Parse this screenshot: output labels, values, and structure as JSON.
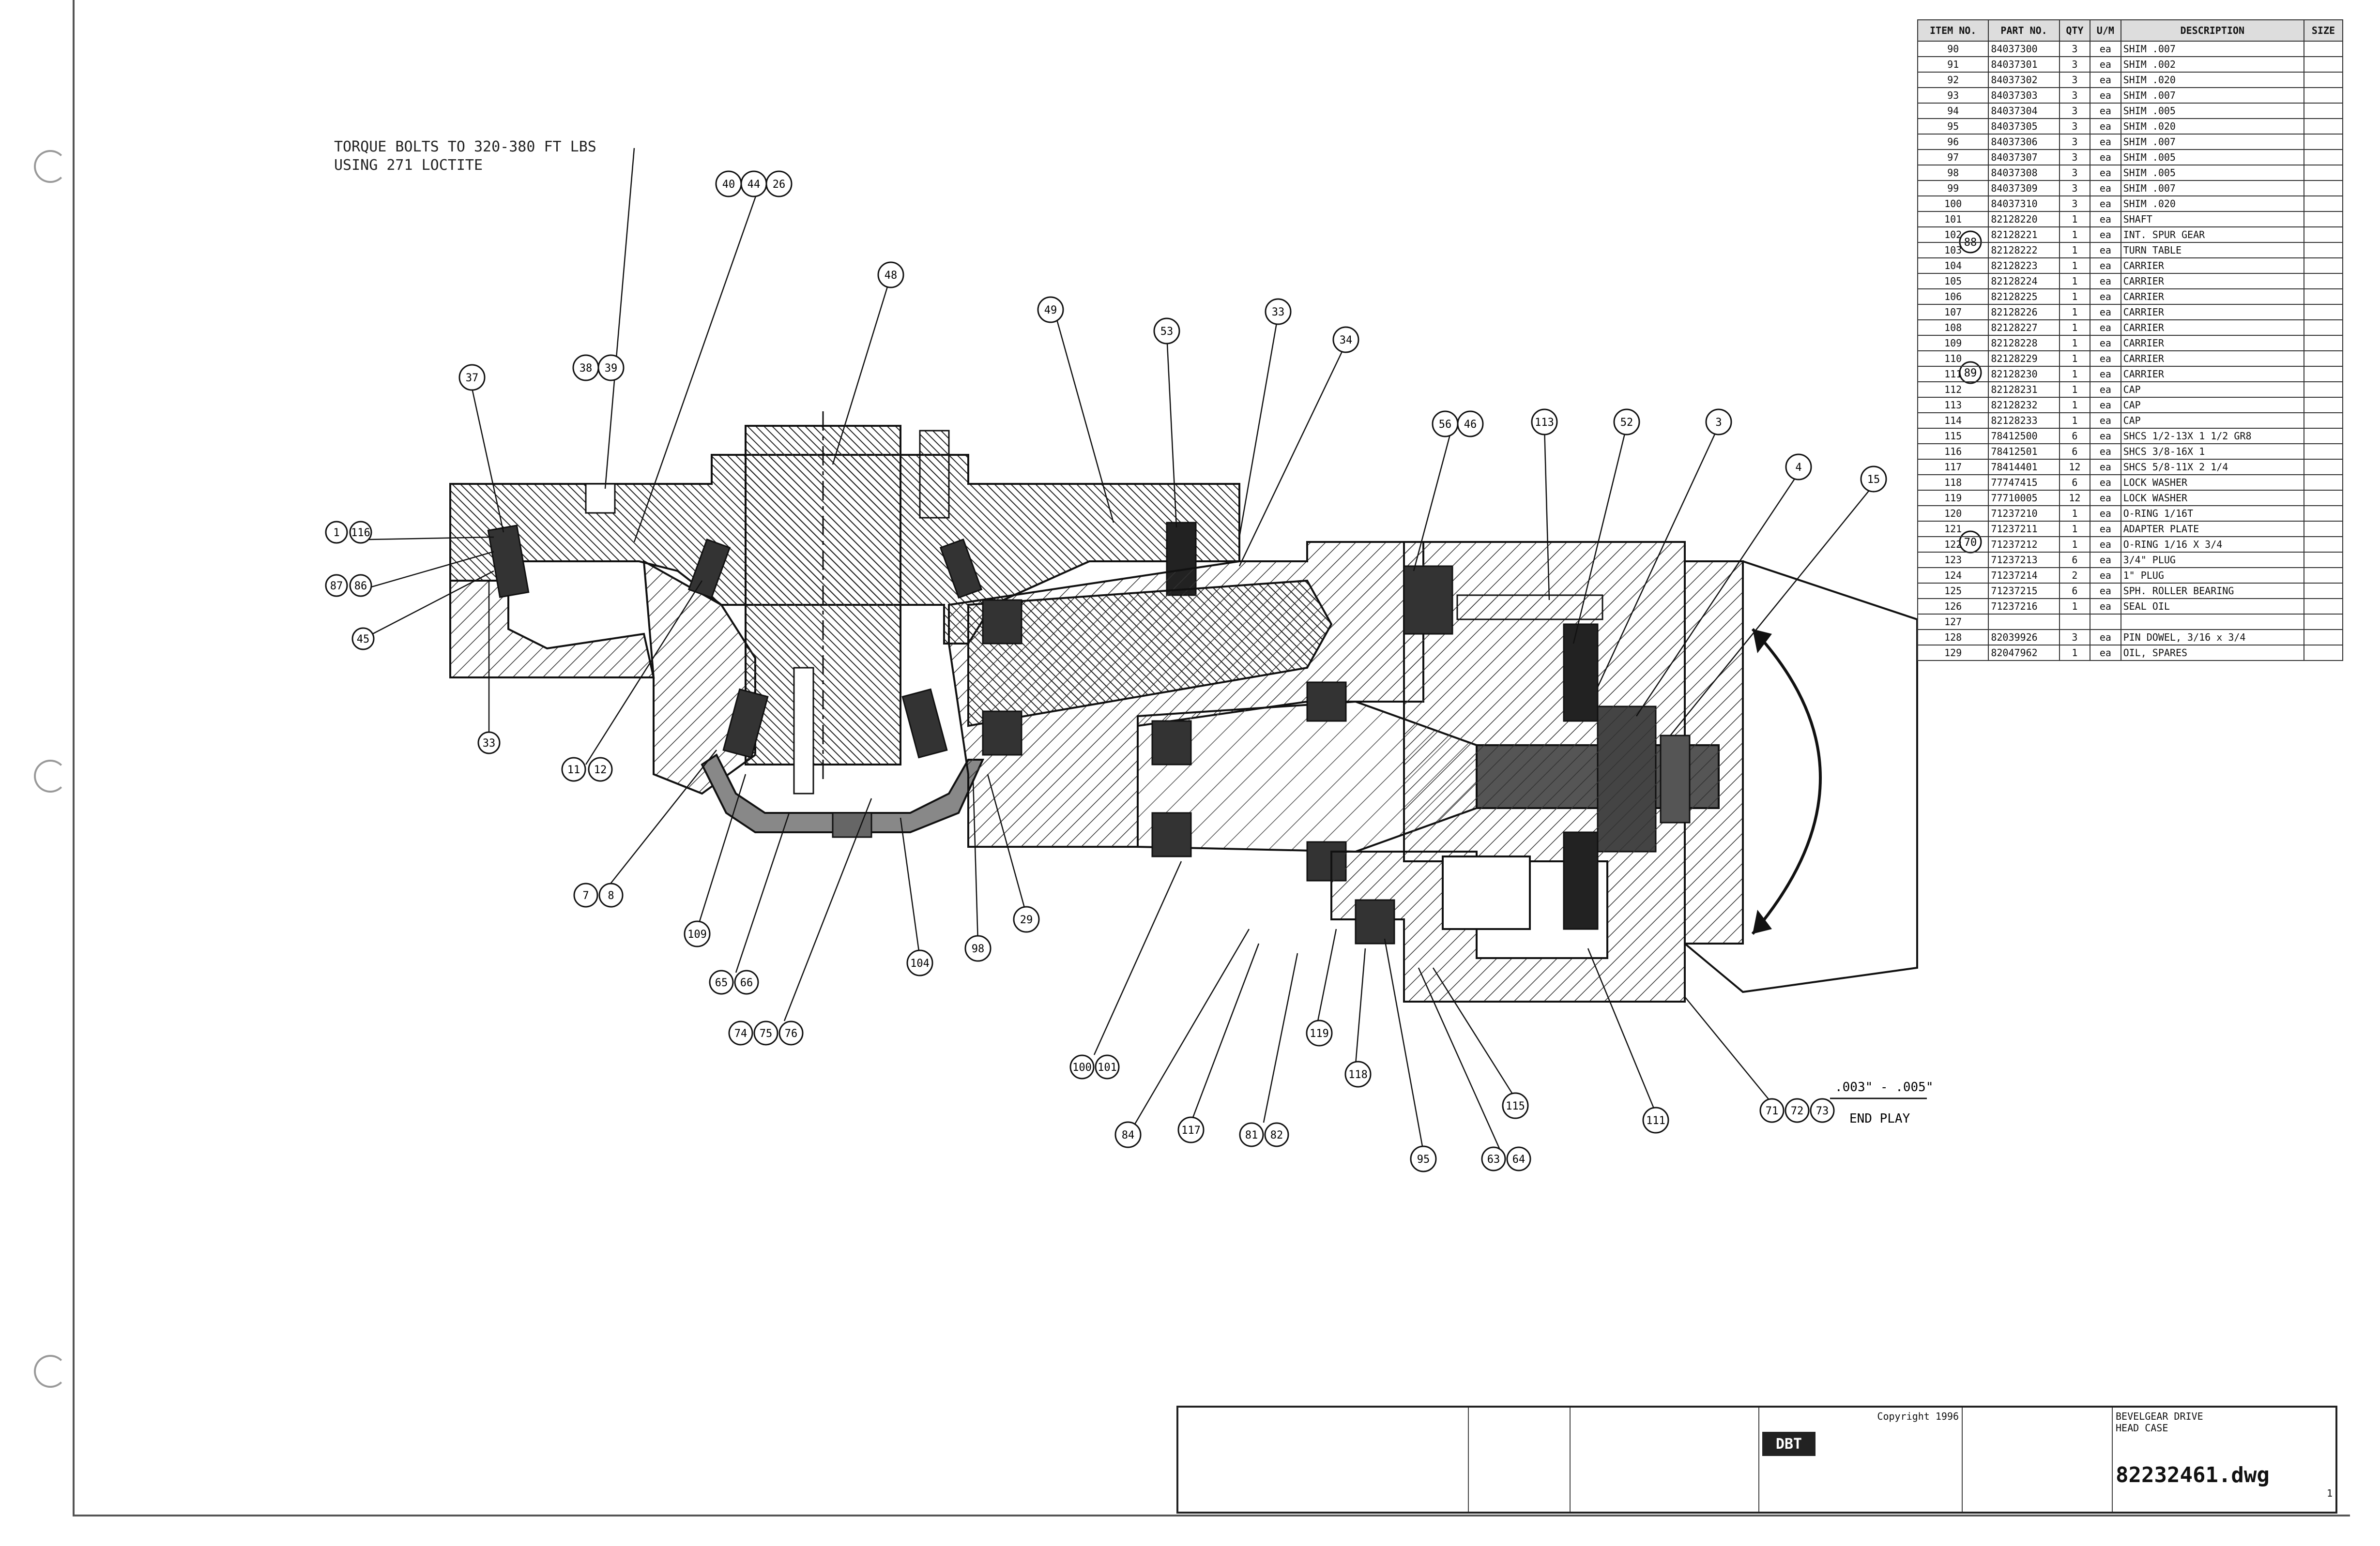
{
  "notes": {
    "torque": "TORQUE BOLTS TO 320-380 FT LBS USING 271 LOCTITE",
    "end_play_dim": ".003\" - .005\"",
    "end_play_label": "END PLAY"
  },
  "bom": {
    "headers": [
      "ITEM NO.",
      "PART NO.",
      "QTY",
      "U/M",
      "DESCRIPTION",
      "SIZE"
    ],
    "rows": [
      [
        "90",
        "84037300",
        "3",
        "ea",
        "SHIM .007",
        ""
      ],
      [
        "91",
        "84037301",
        "3",
        "ea",
        "SHIM .002",
        ""
      ],
      [
        "92",
        "84037302",
        "3",
        "ea",
        "SHIM .020",
        ""
      ],
      [
        "93",
        "84037303",
        "3",
        "ea",
        "SHIM .007",
        ""
      ],
      [
        "94",
        "84037304",
        "3",
        "ea",
        "SHIM .005",
        ""
      ],
      [
        "95",
        "84037305",
        "3",
        "ea",
        "SHIM .020",
        ""
      ],
      [
        "96",
        "84037306",
        "3",
        "ea",
        "SHIM .007",
        ""
      ],
      [
        "97",
        "84037307",
        "3",
        "ea",
        "SHIM .005",
        ""
      ],
      [
        "98",
        "84037308",
        "3",
        "ea",
        "SHIM .005",
        ""
      ],
      [
        "99",
        "84037309",
        "3",
        "ea",
        "SHIM .007",
        ""
      ],
      [
        "100",
        "84037310",
        "3",
        "ea",
        "SHIM .020",
        ""
      ],
      [
        "101",
        "82128220",
        "1",
        "ea",
        "SHAFT",
        ""
      ],
      [
        "102",
        "82128221",
        "1",
        "ea",
        "INT. SPUR GEAR",
        ""
      ],
      [
        "103",
        "82128222",
        "1",
        "ea",
        "TURN TABLE",
        ""
      ],
      [
        "104",
        "82128223",
        "1",
        "ea",
        "CARRIER",
        ""
      ],
      [
        "105",
        "82128224",
        "1",
        "ea",
        "CARRIER",
        ""
      ],
      [
        "106",
        "82128225",
        "1",
        "ea",
        "CARRIER",
        ""
      ],
      [
        "107",
        "82128226",
        "1",
        "ea",
        "CARRIER",
        ""
      ],
      [
        "108",
        "82128227",
        "1",
        "ea",
        "CARRIER",
        ""
      ],
      [
        "109",
        "82128228",
        "1",
        "ea",
        "CARRIER",
        ""
      ],
      [
        "110",
        "82128229",
        "1",
        "ea",
        "CARRIER",
        ""
      ],
      [
        "111",
        "82128230",
        "1",
        "ea",
        "CARRIER",
        ""
      ],
      [
        "112",
        "82128231",
        "1",
        "ea",
        "CAP",
        ""
      ],
      [
        "113",
        "82128232",
        "1",
        "ea",
        "CAP",
        ""
      ],
      [
        "114",
        "82128233",
        "1",
        "ea",
        "CAP",
        ""
      ],
      [
        "115",
        "78412500",
        "6",
        "ea",
        "SHCS 1/2-13X 1 1/2 GR8",
        ""
      ],
      [
        "116",
        "78412501",
        "6",
        "ea",
        "SHCS 3/8-16X 1",
        ""
      ],
      [
        "117",
        "78414401",
        "12",
        "ea",
        "SHCS 5/8-11X 2 1/4",
        ""
      ],
      [
        "118",
        "77747415",
        "6",
        "ea",
        "LOCK WASHER",
        ""
      ],
      [
        "119",
        "77710005",
        "12",
        "ea",
        "LOCK WASHER",
        ""
      ],
      [
        "120",
        "71237210",
        "1",
        "ea",
        "O-RING 1/16T",
        ""
      ],
      [
        "121",
        "71237211",
        "1",
        "ea",
        "ADAPTER PLATE",
        ""
      ],
      [
        "122",
        "71237212",
        "1",
        "ea",
        "O-RING 1/16 X 3/4",
        ""
      ],
      [
        "123",
        "71237213",
        "6",
        "ea",
        "3/4\" PLUG",
        ""
      ],
      [
        "124",
        "71237214",
        "2",
        "ea",
        "1\" PLUG",
        ""
      ],
      [
        "125",
        "71237215",
        "6",
        "ea",
        "SPH. ROLLER BEARING",
        ""
      ],
      [
        "126",
        "71237216",
        "1",
        "ea",
        "SEAL OIL",
        ""
      ],
      [
        "127",
        "",
        "",
        "",
        "",
        ""
      ],
      [
        "128",
        "82039926",
        "3",
        "ea",
        "PIN DOWEL, 3/16 x 3/4",
        ""
      ],
      [
        "129",
        "82047962",
        "1",
        "ea",
        "OIL, SPARES",
        ""
      ]
    ]
  },
  "balloons": {
    "b1": "37",
    "b2": "38",
    "b3": "39",
    "b4": "40",
    "b5": "44",
    "b6": "26",
    "b7": "48",
    "b8": "49",
    "b9": "53",
    "b10": "33",
    "b11": "34",
    "b12": "56",
    "b13": "46",
    "b14": "113",
    "b15": "52",
    "b16": "3",
    "b17": "4",
    "b18": "1",
    "b19": "116",
    "b20": "87",
    "b21": "86",
    "b22": "45",
    "b23": "11",
    "b24": "12",
    "b25": "7",
    "b26": "8",
    "b27": "109",
    "b28": "65",
    "b29": "66",
    "b30": "74",
    "b31": "75",
    "b32": "76",
    "b33": "104",
    "b34": "98",
    "b35": "29",
    "b36": "100",
    "b37": "101",
    "b38": "84",
    "b39": "117",
    "b40": "81",
    "b41": "82",
    "b42": "119",
    "b43": "118",
    "b44": "95",
    "b45": "63",
    "b46": "64",
    "b47": "115",
    "b48": "111",
    "b49": "71",
    "b50": "72",
    "b51": "73",
    "b52": "88",
    "b53": "89",
    "b54": "70",
    "b55": "15"
  },
  "title_block": {
    "company": "DBT",
    "copyright": "Copyright 1996",
    "title_line1": "BEVELGEAR DRIVE",
    "title_line2": "HEAD CASE",
    "drawing_no": "82232461.dwg",
    "sheet": "1"
  }
}
